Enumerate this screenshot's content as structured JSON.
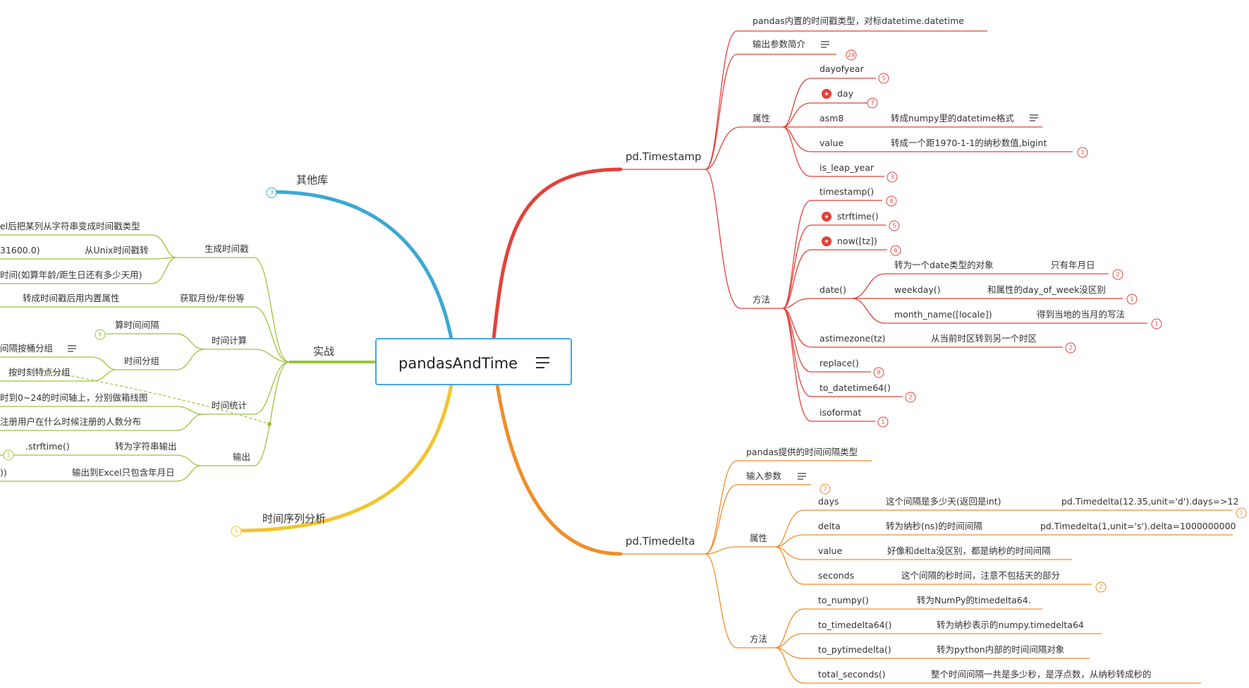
{
  "root": {
    "title": "pandasAndTime"
  },
  "colors": {
    "timestamp": "#e2413a",
    "timedelta": "#ef8e2a",
    "other_libs": "#3ca8d3",
    "practice": "#9cc43c",
    "timeseries": "#f2c52e",
    "root_border": "#4aa3df",
    "star": "#e2413a"
  },
  "branches": {
    "timestamp": {
      "label": "pd.Timestamp",
      "desc": "pandas内置的时间戳类型，对标datetime.datetime",
      "params": {
        "label": "输出参数简介",
        "badge": "29"
      },
      "attributes": {
        "label": "属性",
        "items": [
          {
            "name": "dayofyear",
            "badge": "5"
          },
          {
            "name": "day",
            "badge": "7",
            "icon": "star-icon"
          },
          {
            "name": "asm8",
            "note": "转成numpy里的datetime格式"
          },
          {
            "name": "value",
            "note": "转成一个距1970-1-1的纳秒数值,bigint",
            "badge": "1"
          },
          {
            "name": "is_leap_year",
            "badge": "3"
          }
        ]
      },
      "methods": {
        "label": "方法",
        "items": [
          {
            "name": "timestamp()",
            "badge": "8"
          },
          {
            "name": "strftime()",
            "badge": "5",
            "icon": "star-icon"
          },
          {
            "name": "now([tz])",
            "badge": "6",
            "icon": "star-icon"
          },
          {
            "name": "date()"
          },
          {
            "name": "astimezone(tz)",
            "note": "从当前时区转到另一个时区",
            "badge": "2"
          },
          {
            "name": "replace()",
            "badge": "8"
          },
          {
            "name": "to_datetime64()",
            "badge": "2"
          },
          {
            "name": "isoformat",
            "badge": "1"
          }
        ],
        "date_children": [
          {
            "name": "转为一个date类型的对象",
            "note": "只有年月日",
            "badge": "2"
          },
          {
            "name": "weekday()",
            "note": "和属性的day_of_week没区别",
            "badge": "1"
          },
          {
            "name": "month_name([locale])",
            "note": "得到当地的当月的写法",
            "badge": "1"
          }
        ]
      }
    },
    "timedelta": {
      "label": "pd.Timedelta",
      "desc": "pandas提供的时间间隔类型",
      "params": {
        "label": "输入参数",
        "badge": "7"
      },
      "attributes": {
        "label": "属性",
        "items": [
          {
            "name": "days",
            "note": "这个间隔是多少天(返回是int)",
            "example": "pd.Timedelta(12.35,unit='d').days=>12",
            "badge": "1"
          },
          {
            "name": "delta",
            "note": "转为纳秒(ns)的时间间隔",
            "example": "pd.Timedelta(1,unit='s').delta=1000000000"
          },
          {
            "name": "value",
            "note": "好像和delta没区别，都是纳秒的时间间隔"
          },
          {
            "name": "seconds",
            "note": "这个间隔的秒时间，注意不包括天的部分",
            "badge": "2"
          }
        ]
      },
      "methods": {
        "label": "方法",
        "items": [
          {
            "name": "to_numpy()",
            "note": "转为NumPy的timedelta64."
          },
          {
            "name": "to_timedelta64()",
            "note": "转为纳秒表示的numpy.timedelta64"
          },
          {
            "name": "to_pytimedelta()",
            "note": "转为python内部的时间间隔对象"
          },
          {
            "name": "total_seconds()",
            "note": "整个时间间隔一共是多少秒，是浮点数，从纳秒转成秒的"
          }
        ]
      }
    },
    "other_libs": {
      "label": "其他库",
      "badge": "3"
    },
    "practice": {
      "label": "实战",
      "groups": [
        {
          "label": "生成时间戳",
          "items": [
            "el后把某列从字符串变成时间戳类型",
            "从Unix时间戳转",
            "时间(如算年龄/距生日还有多少天用)"
          ],
          "prefix": "31600.0)"
        },
        {
          "label": "获取月份/年份等",
          "items": [
            "转成时间戳后用内置属性"
          ]
        },
        {
          "label": "时间计算",
          "items": [
            "算时间间隔",
            "时间分组"
          ],
          "sub": [
            "间隔按桶分组",
            "按时刻特点分组"
          ],
          "badge": "6"
        },
        {
          "label": "时间统计",
          "items": [
            "时到0~24的时间轴上，分别做箱线图",
            "注册用户在什么时候注册的人数分布"
          ]
        },
        {
          "label": "输出",
          "items": [
            ".strftime()",
            "转为字符串输出",
            "))",
            "输出到Excel只包含年月日"
          ],
          "badge": "1"
        }
      ]
    },
    "timeseries": {
      "label": "时间序列分析",
      "badge": "5"
    }
  }
}
